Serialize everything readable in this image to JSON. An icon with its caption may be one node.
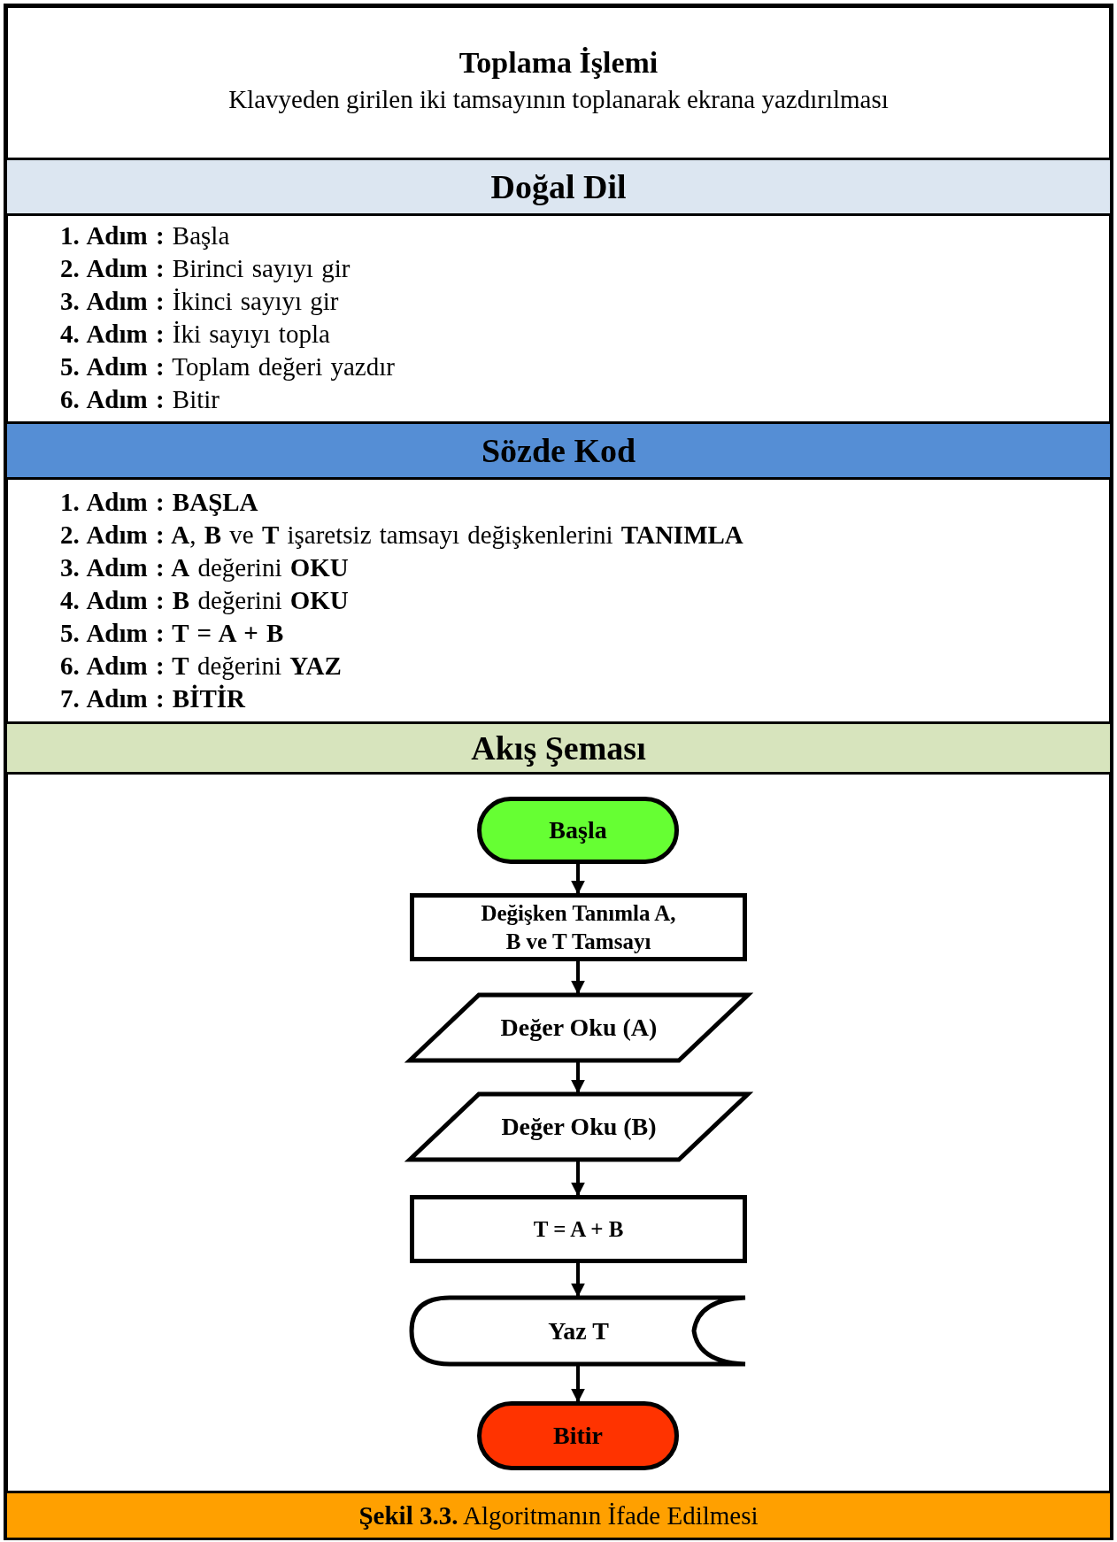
{
  "diagram": {
    "title": "Toplama İşlemi",
    "caption": "**Şekil 3.3.** Algoritmanın İfade Edilmesi",
    "nodes": [
      {
        "text": [
          "Doğal Dil"
        ]
      },
      {
        "text": [
          "Sözde Kod"
        ]
      },
      {
        "text": [
          "Akış Şeması"
        ]
      },
      {
        "text": [
          "Başla"
        ]
      },
      {
        "text": [
          "Değişken Tanımla A, B ve T Tamsayı"
        ]
      },
      {
        "text": [
          "Değer Oku (A)"
        ]
      },
      {
        "text": [
          "Değer Oku (B)"
        ]
      },
      {
        "text": [
          "T = A + B"
        ]
      },
      {
        "text": [
          "Yaz T"
        ]
      },
      {
        "text": [
          "Bitir"
        ]
      }
    ],
    "edges": [
      {
        "from": 3,
        "to": 4,
        "arrow": "to"
      },
      {
        "from": 4,
        "to": 5,
        "arrow": "to"
      },
      {
        "from": 5,
        "to": 6,
        "arrow": "to"
      },
      {
        "from": 6,
        "to": 7,
        "arrow": "to"
      },
      {
        "from": 7,
        "to": 8,
        "arrow": "to"
      },
      {
        "from": 8,
        "to": 9,
        "arrow": "to"
      }
    ],
    "labels": [
      "Klavyeden girilen iki tamsayının toplanarak ekrana yazdırılması",
      "**1. Adım :** Başla",
      "**2. Adım :** Birinci sayıyı gir",
      "**3. Adım :** İkinci sayıyı gir",
      "**4. Adım :** İki sayıyı topla",
      "**5. Adım :** Toplam değeri yazdır",
      "**6. Adım :** Bitir",
      "**1. Adım : BAŞLA**",
      "**2. Adım : A**, **B** ve **T** işaretsiz tamsayı değişkenlerini **TANIMLA**",
      "**3. Adım : A** değerini **OKU**",
      "**4. Adım : B** değerini **OKU**",
      "**5. Adım : T = A + B**",
      "**6. Adım : T** değerini **YAZ**",
      "**7. Adım : BİTİR**"
    ]
  }
}
